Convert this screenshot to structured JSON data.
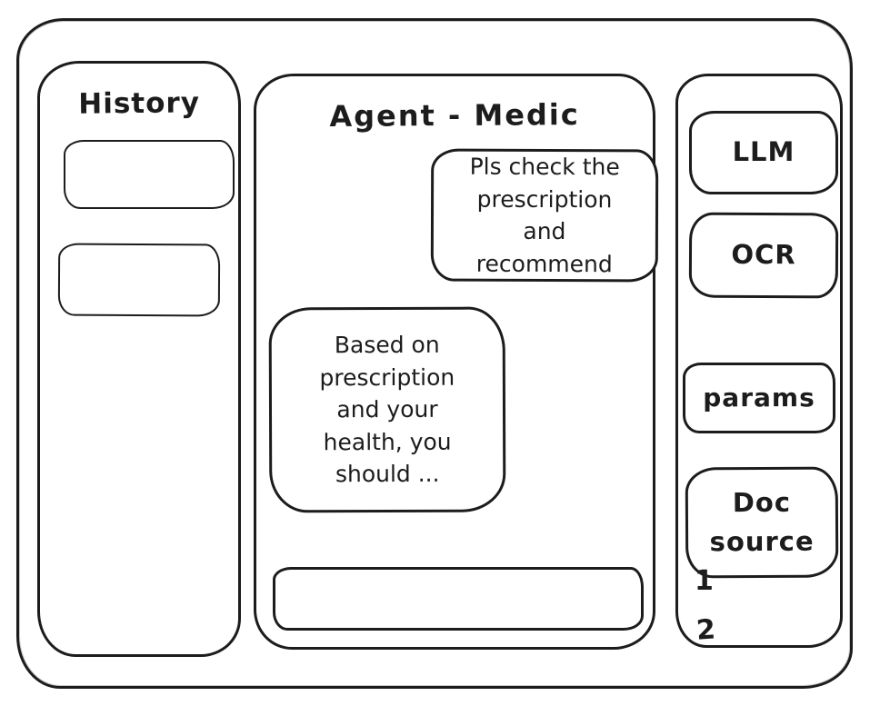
{
  "colors": {
    "ink": "#1c1c1c",
    "background": "#ffffff"
  },
  "sidebar_left": {
    "title": "History",
    "items": [
      {
        "label": ""
      },
      {
        "label": ""
      }
    ]
  },
  "chat": {
    "title": "Agent - Medic",
    "messages": [
      {
        "role": "user",
        "text": "Pls check the prescription and recommend"
      },
      {
        "role": "agent",
        "text": "Based on prescription and your health, you should ..."
      }
    ],
    "input": {
      "value": "",
      "placeholder": ""
    }
  },
  "sidebar_right": {
    "buttons": [
      {
        "label": "LLM"
      },
      {
        "label": "OCR"
      },
      {
        "label": "params"
      },
      {
        "label": "Doc source"
      }
    ],
    "doc_list": [
      "1",
      "2"
    ]
  }
}
